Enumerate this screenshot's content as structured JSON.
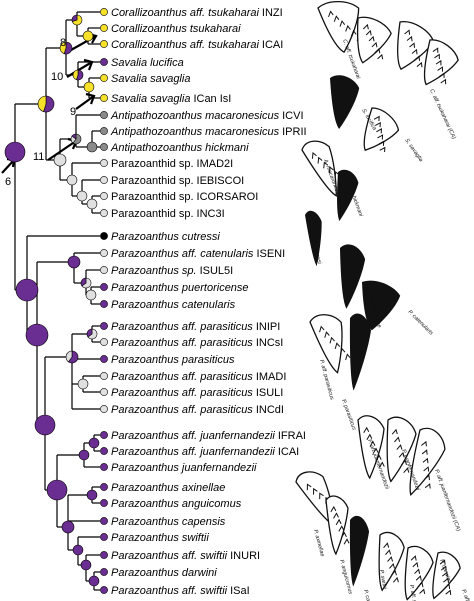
{
  "colors": {
    "purple": "#6a2d91",
    "yellow": "#f7e02a",
    "gray": "#8a8a8a",
    "light_gray": "#e0e0e0",
    "black": "#000000"
  },
  "node_labels": [
    "8",
    "10",
    "9",
    "11",
    "6"
  ],
  "taxa": [
    {
      "genus": "Corallizoanthus",
      "epithet": "aff. tsukaharai",
      "code": "INZI",
      "tip": "yellow"
    },
    {
      "genus": "Corallizoanthus",
      "epithet": "tsukaharai",
      "code": "",
      "tip": "yellow"
    },
    {
      "genus": "Corallizoanthus",
      "epithet": "aff. tsukaharai",
      "code": "ICAI",
      "tip": "yellow"
    },
    {
      "genus": "Savalia",
      "epithet": "lucifica",
      "code": "",
      "tip": "purple"
    },
    {
      "genus": "Savalia",
      "epithet": "savaglia",
      "code": "",
      "tip": "yellow"
    },
    {
      "genus": "Savalia",
      "epithet": "savaglia",
      "code": "ICan IsI",
      "tip": "yellow"
    },
    {
      "genus": "Antipathozoanthus",
      "epithet": "macaronesicus",
      "code": "ICVI",
      "tip": "gray"
    },
    {
      "genus": "Antipathozoanthus",
      "epithet": "macaronesicus",
      "code": "IPRII",
      "tip": "gray"
    },
    {
      "genus": "Antipathozoanthus",
      "epithet": "hickmani",
      "code": "",
      "tip": "gray"
    },
    {
      "genus": "Parazoanthid",
      "epithet": "sp.",
      "code": "IMAD2I",
      "tip": "light_gray",
      "plain": true
    },
    {
      "genus": "Parazoanthid",
      "epithet": "sp.",
      "code": "IEBISCOI",
      "tip": "light_gray",
      "plain": true
    },
    {
      "genus": "Parazoanthid",
      "epithet": "sp.",
      "code": "ICORSAROI",
      "tip": "light_gray",
      "plain": true
    },
    {
      "genus": "Parazoanthid",
      "epithet": "sp.",
      "code": "INC3I",
      "tip": "light_gray",
      "plain": true
    },
    {
      "genus": "Parazoanthus",
      "epithet": "cutressi",
      "code": "",
      "tip": "black"
    },
    {
      "genus": "Parazoanthus",
      "epithet": "aff. catenularis",
      "code": "ISENI",
      "tip": "light_gray"
    },
    {
      "genus": "Parazoanthus",
      "epithet": "sp.",
      "code": "ISUL5I",
      "tip": "light_gray"
    },
    {
      "genus": "Parazoanthus",
      "epithet": "puertoricense",
      "code": "",
      "tip": "purple"
    },
    {
      "genus": "Parazoanthus",
      "epithet": "catenularis",
      "code": "",
      "tip": "purple"
    },
    {
      "genus": "Parazoanthus",
      "epithet": "aff. parasiticus",
      "code": "INIPI",
      "tip": "purple"
    },
    {
      "genus": "Parazoanthus",
      "epithet": "aff. parasiticus",
      "code": "INCsI",
      "tip": "light_gray"
    },
    {
      "genus": "Parazoanthus",
      "epithet": "parasiticus",
      "code": "",
      "tip": "purple"
    },
    {
      "genus": "Parazoanthus",
      "epithet": "aff. parasiticus",
      "code": "IMADI",
      "tip": "light_gray"
    },
    {
      "genus": "Parazoanthus",
      "epithet": "aff. parasiticus",
      "code": "ISULI",
      "tip": "light_gray"
    },
    {
      "genus": "Parazoanthus",
      "epithet": "aff. parasiticus",
      "code": "INCdI",
      "tip": "light_gray"
    },
    {
      "genus": "Parazoanthus",
      "epithet": "aff. juanfernandezii",
      "code": "IFRAI",
      "tip": "purple"
    },
    {
      "genus": "Parazoanthus",
      "epithet": "aff. juanfernandezii",
      "code": "ICAI",
      "tip": "purple"
    },
    {
      "genus": "Parazoanthus",
      "epithet": "juanfernandezii",
      "code": "",
      "tip": "purple"
    },
    {
      "genus": "Parazoanthus",
      "epithet": "axinellae",
      "code": "",
      "tip": "purple"
    },
    {
      "genus": "Parazoanthus",
      "epithet": "anguicomus",
      "code": "",
      "tip": "purple"
    },
    {
      "genus": "Parazoanthus",
      "epithet": "capensis",
      "code": "",
      "tip": "purple"
    },
    {
      "genus": "Parazoanthus",
      "epithet": "swiftii",
      "code": "",
      "tip": "purple"
    },
    {
      "genus": "Parazoanthus",
      "epithet": "aff. swiftii",
      "code": "INURI",
      "tip": "purple"
    },
    {
      "genus": "Parazoanthus",
      "epithet": "darwini",
      "code": "",
      "tip": "purple"
    },
    {
      "genus": "Parazoanthus",
      "epithet": "aff. swiftii",
      "code": "ISaI",
      "tip": "purple"
    }
  ],
  "internal_nodes": [
    {
      "id": "n_cor1",
      "state": "yellow"
    },
    {
      "id": "n_cor",
      "state": "yellow_purple"
    },
    {
      "id": "n_sav2",
      "state": "yellow"
    },
    {
      "id": "n_sav",
      "state": "purple_yellow"
    },
    {
      "id": "n_8",
      "state": "purple_yellow"
    },
    {
      "id": "n_anti2",
      "state": "gray"
    },
    {
      "id": "n_anti",
      "state": "gray_mix"
    },
    {
      "id": "n_pzd3",
      "state": "light_gray"
    },
    {
      "id": "n_pzd2",
      "state": "light_gray"
    },
    {
      "id": "n_pzd",
      "state": "light_gray"
    },
    {
      "id": "n_11",
      "state": "light_gray"
    },
    {
      "id": "n_top",
      "state": "purple_yellow"
    },
    {
      "id": "n_cat3",
      "state": "light_gray"
    },
    {
      "id": "n_cat2",
      "state": "light_gray_purple"
    },
    {
      "id": "n_cat",
      "state": "purple"
    },
    {
      "id": "n_par3",
      "state": "light_gray_purple"
    },
    {
      "id": "n_par2",
      "state": "light_gray"
    },
    {
      "id": "n_par",
      "state": "purple_mix"
    },
    {
      "id": "n_juan2",
      "state": "purple"
    },
    {
      "id": "n_juan",
      "state": "purple"
    },
    {
      "id": "n_ax",
      "state": "purple"
    },
    {
      "id": "n_sw3",
      "state": "purple"
    },
    {
      "id": "n_sw2",
      "state": "purple"
    },
    {
      "id": "n_sw",
      "state": "purple"
    },
    {
      "id": "n_axsw",
      "state": "purple"
    },
    {
      "id": "n_jsw",
      "state": "purple"
    },
    {
      "id": "n_pj",
      "state": "purple"
    },
    {
      "id": "n_pcj",
      "state": "purple"
    },
    {
      "id": "n_pz",
      "state": "purple"
    },
    {
      "id": "n_root",
      "state": "purple"
    }
  ],
  "silhouette_labels": [
    "C. aff. tsukaharai",
    "C. aff. tsukaharai (CA)",
    "S. lucifica",
    "S. savaglia",
    "A. macaronesicus",
    "A. hickmani",
    "P. cutressi",
    "P. puertoricense",
    "P. catenularis",
    "P. aff. parasiticus",
    "P. parasiticus",
    "P. aff. juanfernandezii",
    "P. juanfernandezii",
    "P. aff. juanfernandezii (CA)",
    "P. axinellae",
    "P. anguicomus",
    "P. capensis",
    "P. swiftii",
    "P. aff. swiftii (NUR)",
    "P. darwini",
    "P. aff. swiftii (Sa)"
  ]
}
